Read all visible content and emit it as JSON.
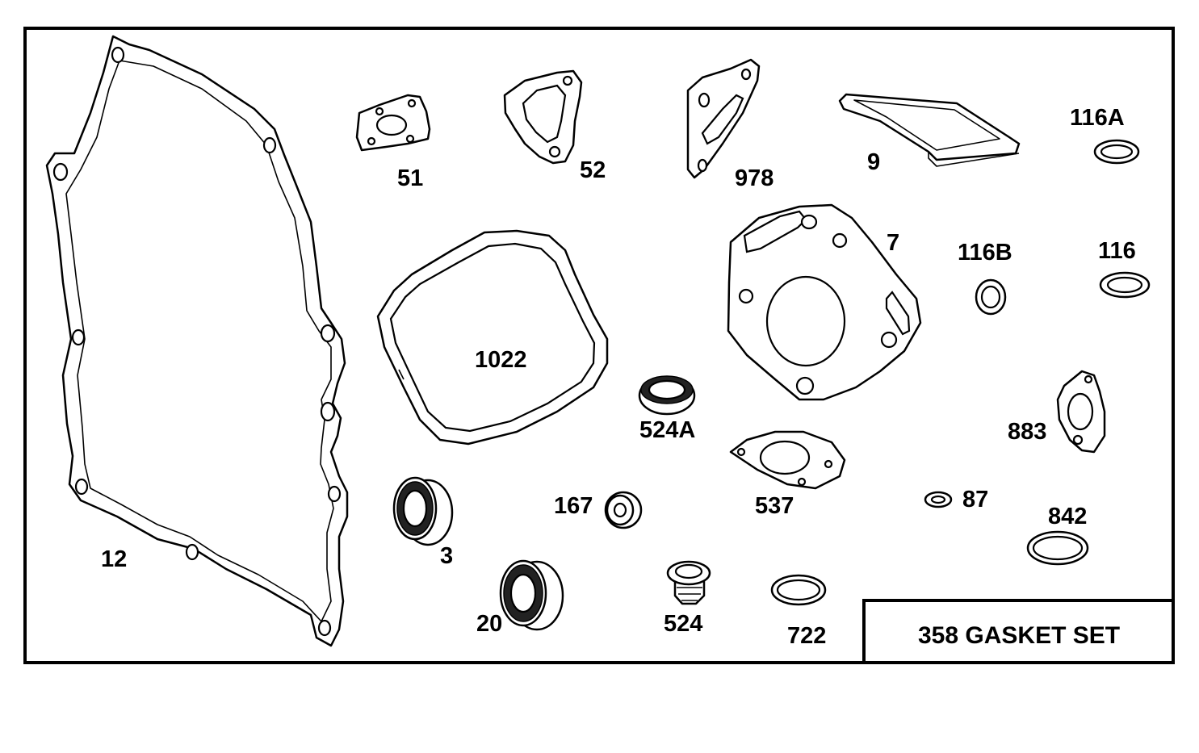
{
  "labels": {
    "p12": "12",
    "p51": "51",
    "p52": "52",
    "p978": "978",
    "p9": "9",
    "p116A": "116A",
    "p1022": "1022",
    "p7": "7",
    "p116B": "116B",
    "p116": "116",
    "p524A": "524A",
    "p883": "883",
    "p537": "537",
    "p3": "3",
    "p167": "167",
    "p87": "87",
    "p842": "842",
    "p20": "20",
    "p524": "524",
    "p722": "722"
  },
  "title_box": {
    "text": "358 GASKET SET"
  }
}
